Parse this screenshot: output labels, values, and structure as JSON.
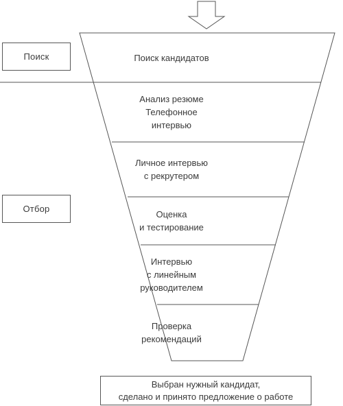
{
  "phases": {
    "search_label": "Поиск",
    "selection_label": "Отбор"
  },
  "funnel": {
    "stages": [
      {
        "label": "Поиск кандидатов"
      },
      {
        "label": "Анализ резюме\nТелефонное\nинтервью"
      },
      {
        "label": "Личное интервью\nс рекрутером"
      },
      {
        "label": "Оценка\nи тестирование"
      },
      {
        "label": "Интервью\nс линейным\nруководителем"
      },
      {
        "label": "Проверка\nрекомендаций"
      }
    ]
  },
  "result": {
    "label": "Выбран нужный кандидат,\nсделано и принято предложение о работе"
  },
  "colors": {
    "line": "#555555",
    "text": "#3a3a3a",
    "background": "#ffffff"
  },
  "icons": {
    "entry_arrow": "down-arrow-icon"
  }
}
